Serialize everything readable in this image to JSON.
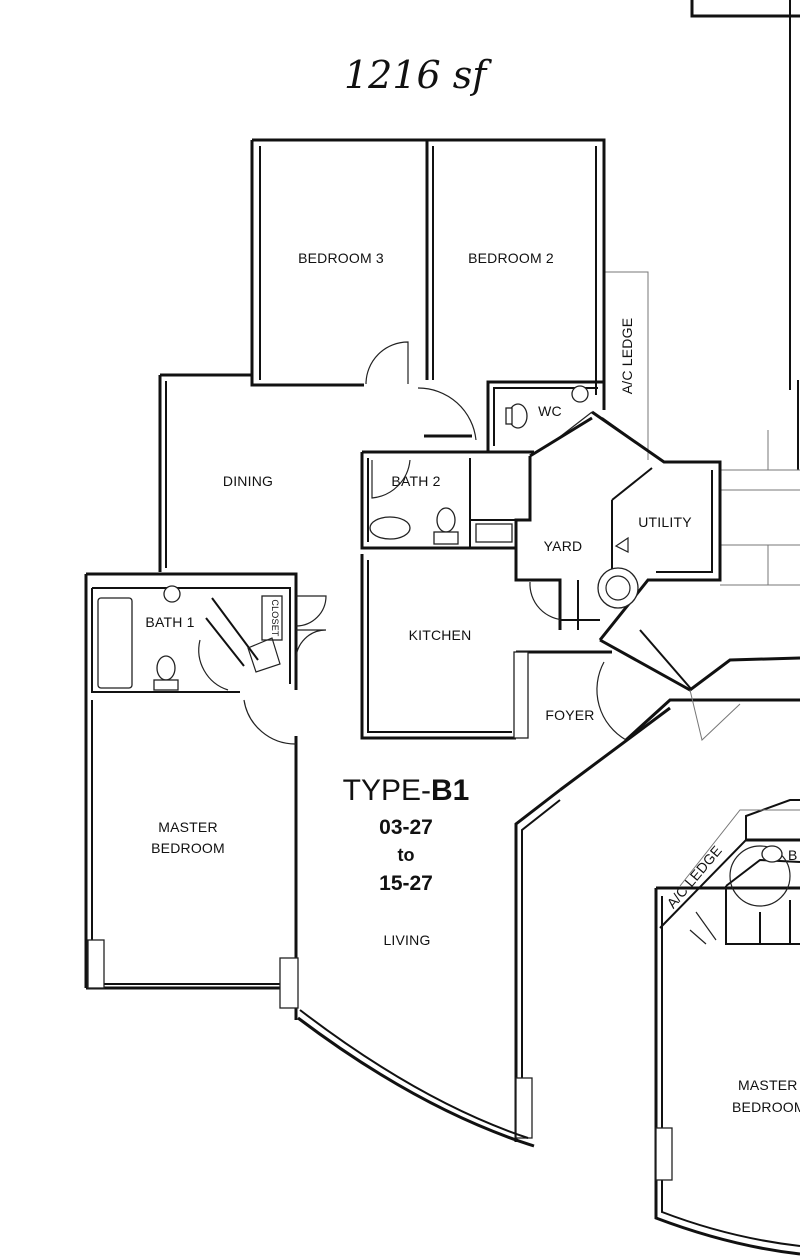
{
  "annotation": {
    "area": "1216 sf"
  },
  "plan": {
    "type_prefix": "TYPE-",
    "type_code": "B1",
    "units_from": "03-27",
    "units_to_word": "to",
    "units_to": "15-27"
  },
  "rooms": {
    "bedroom3": "BEDROOM 3",
    "bedroom2": "BEDROOM 2",
    "ac_ledge": "A/C LEDGE",
    "wc": "WC",
    "dining": "DINING",
    "bath2": "BATH 2",
    "utility": "UTILITY",
    "yard": "YARD",
    "bath1": "BATH 1",
    "closet": "CLOSET",
    "kitchen": "KITCHEN",
    "foyer": "FOYER",
    "master_bedroom_line1": "MASTER",
    "master_bedroom_line2": "BEDROOM",
    "living": "LIVING"
  },
  "neighbor_unit": {
    "ac_ledge": "A/C LEDGE",
    "bath": "B",
    "master_line1": "MASTER",
    "master_line2": "BEDROOM"
  }
}
